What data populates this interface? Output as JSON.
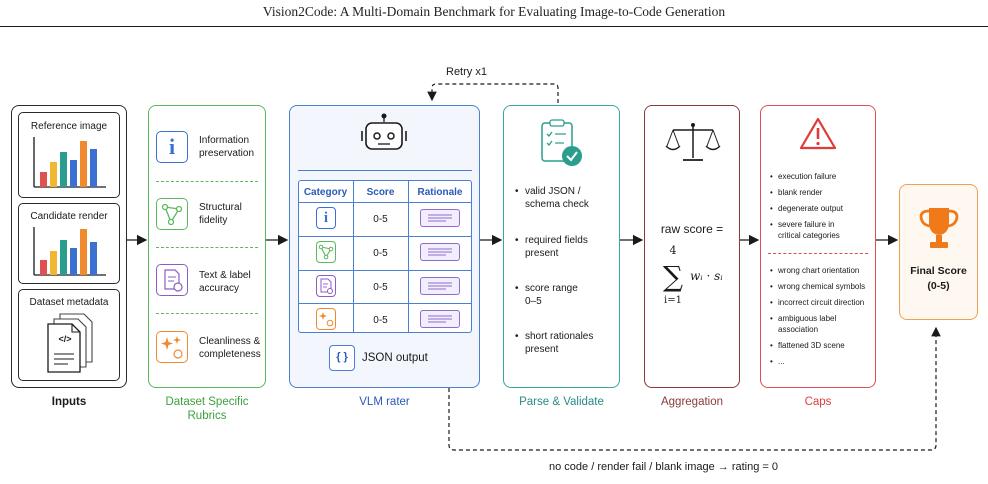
{
  "header": {
    "title": "Vision2Code: A Multi-Domain Benchmark for Evaluating Image-to-Code Generation"
  },
  "inputs": {
    "label": "Inputs",
    "reference": "Reference image",
    "candidate": "Candidate render",
    "metadata": "Dataset metadata",
    "code_glyph": "</>"
  },
  "rubrics": {
    "label_line1": "Dataset Specific",
    "label_line2": "Rubrics",
    "items": [
      {
        "line1": "Information",
        "line2": "preservation"
      },
      {
        "line1": "Structural",
        "line2": "fidelity"
      },
      {
        "line1": "Text & label",
        "line2": "accuracy"
      },
      {
        "line1": "Cleanliness &",
        "line2": "completeness"
      }
    ]
  },
  "retry": {
    "label": "Retry x1"
  },
  "vlm": {
    "label": "VLM rater",
    "headers": [
      "Category",
      "Score",
      "Rationale"
    ],
    "scores": [
      "0-5",
      "0-5",
      "0-5",
      "0-5"
    ],
    "json_glyph": "{ }",
    "json_output": "JSON output"
  },
  "parse": {
    "label": "Parse & Validate",
    "items": [
      {
        "line1": "valid JSON /",
        "line2": "schema check"
      },
      {
        "line1": "required fields",
        "line2": "present"
      },
      {
        "line1": "score range",
        "line2": "0–5"
      },
      {
        "line1": "short rationales",
        "line2": "present"
      }
    ]
  },
  "aggregation": {
    "label": "Aggregation",
    "raw_score": "raw score =",
    "sum_top": "4",
    "sum_sym": "∑",
    "sum_bottom": "i=1",
    "term": "wᵢ · sᵢ"
  },
  "caps": {
    "label": "Caps",
    "group1": [
      "execution failure",
      "blank render",
      "degenerate output",
      "severe failure in",
      "critical categories"
    ],
    "group2": [
      "wrong chart orientation",
      "wrong chemical symbols",
      "incorrect circuit direction",
      "ambiguous label",
      "association",
      "flattened 3D scene",
      "..."
    ]
  },
  "final": {
    "line1": "Final Score",
    "line2": "(0-5)"
  },
  "footer": {
    "note": "no code / render fail / blank image → rating = 0"
  },
  "colors": {
    "inputs": "#2b2b2b",
    "rubrics": "#5cb85c",
    "vlm": "#4a7fd4",
    "parse": "#3aa6a0",
    "aggregation": "#8b3a3a",
    "caps": "#e05050",
    "final": "#f0a050",
    "bar_blue": "#3b6fd1",
    "bar_orange": "#f08a2e",
    "bar_red": "#e0504e",
    "bar_teal": "#2a9d8f",
    "bar_yellow": "#f2b632"
  }
}
